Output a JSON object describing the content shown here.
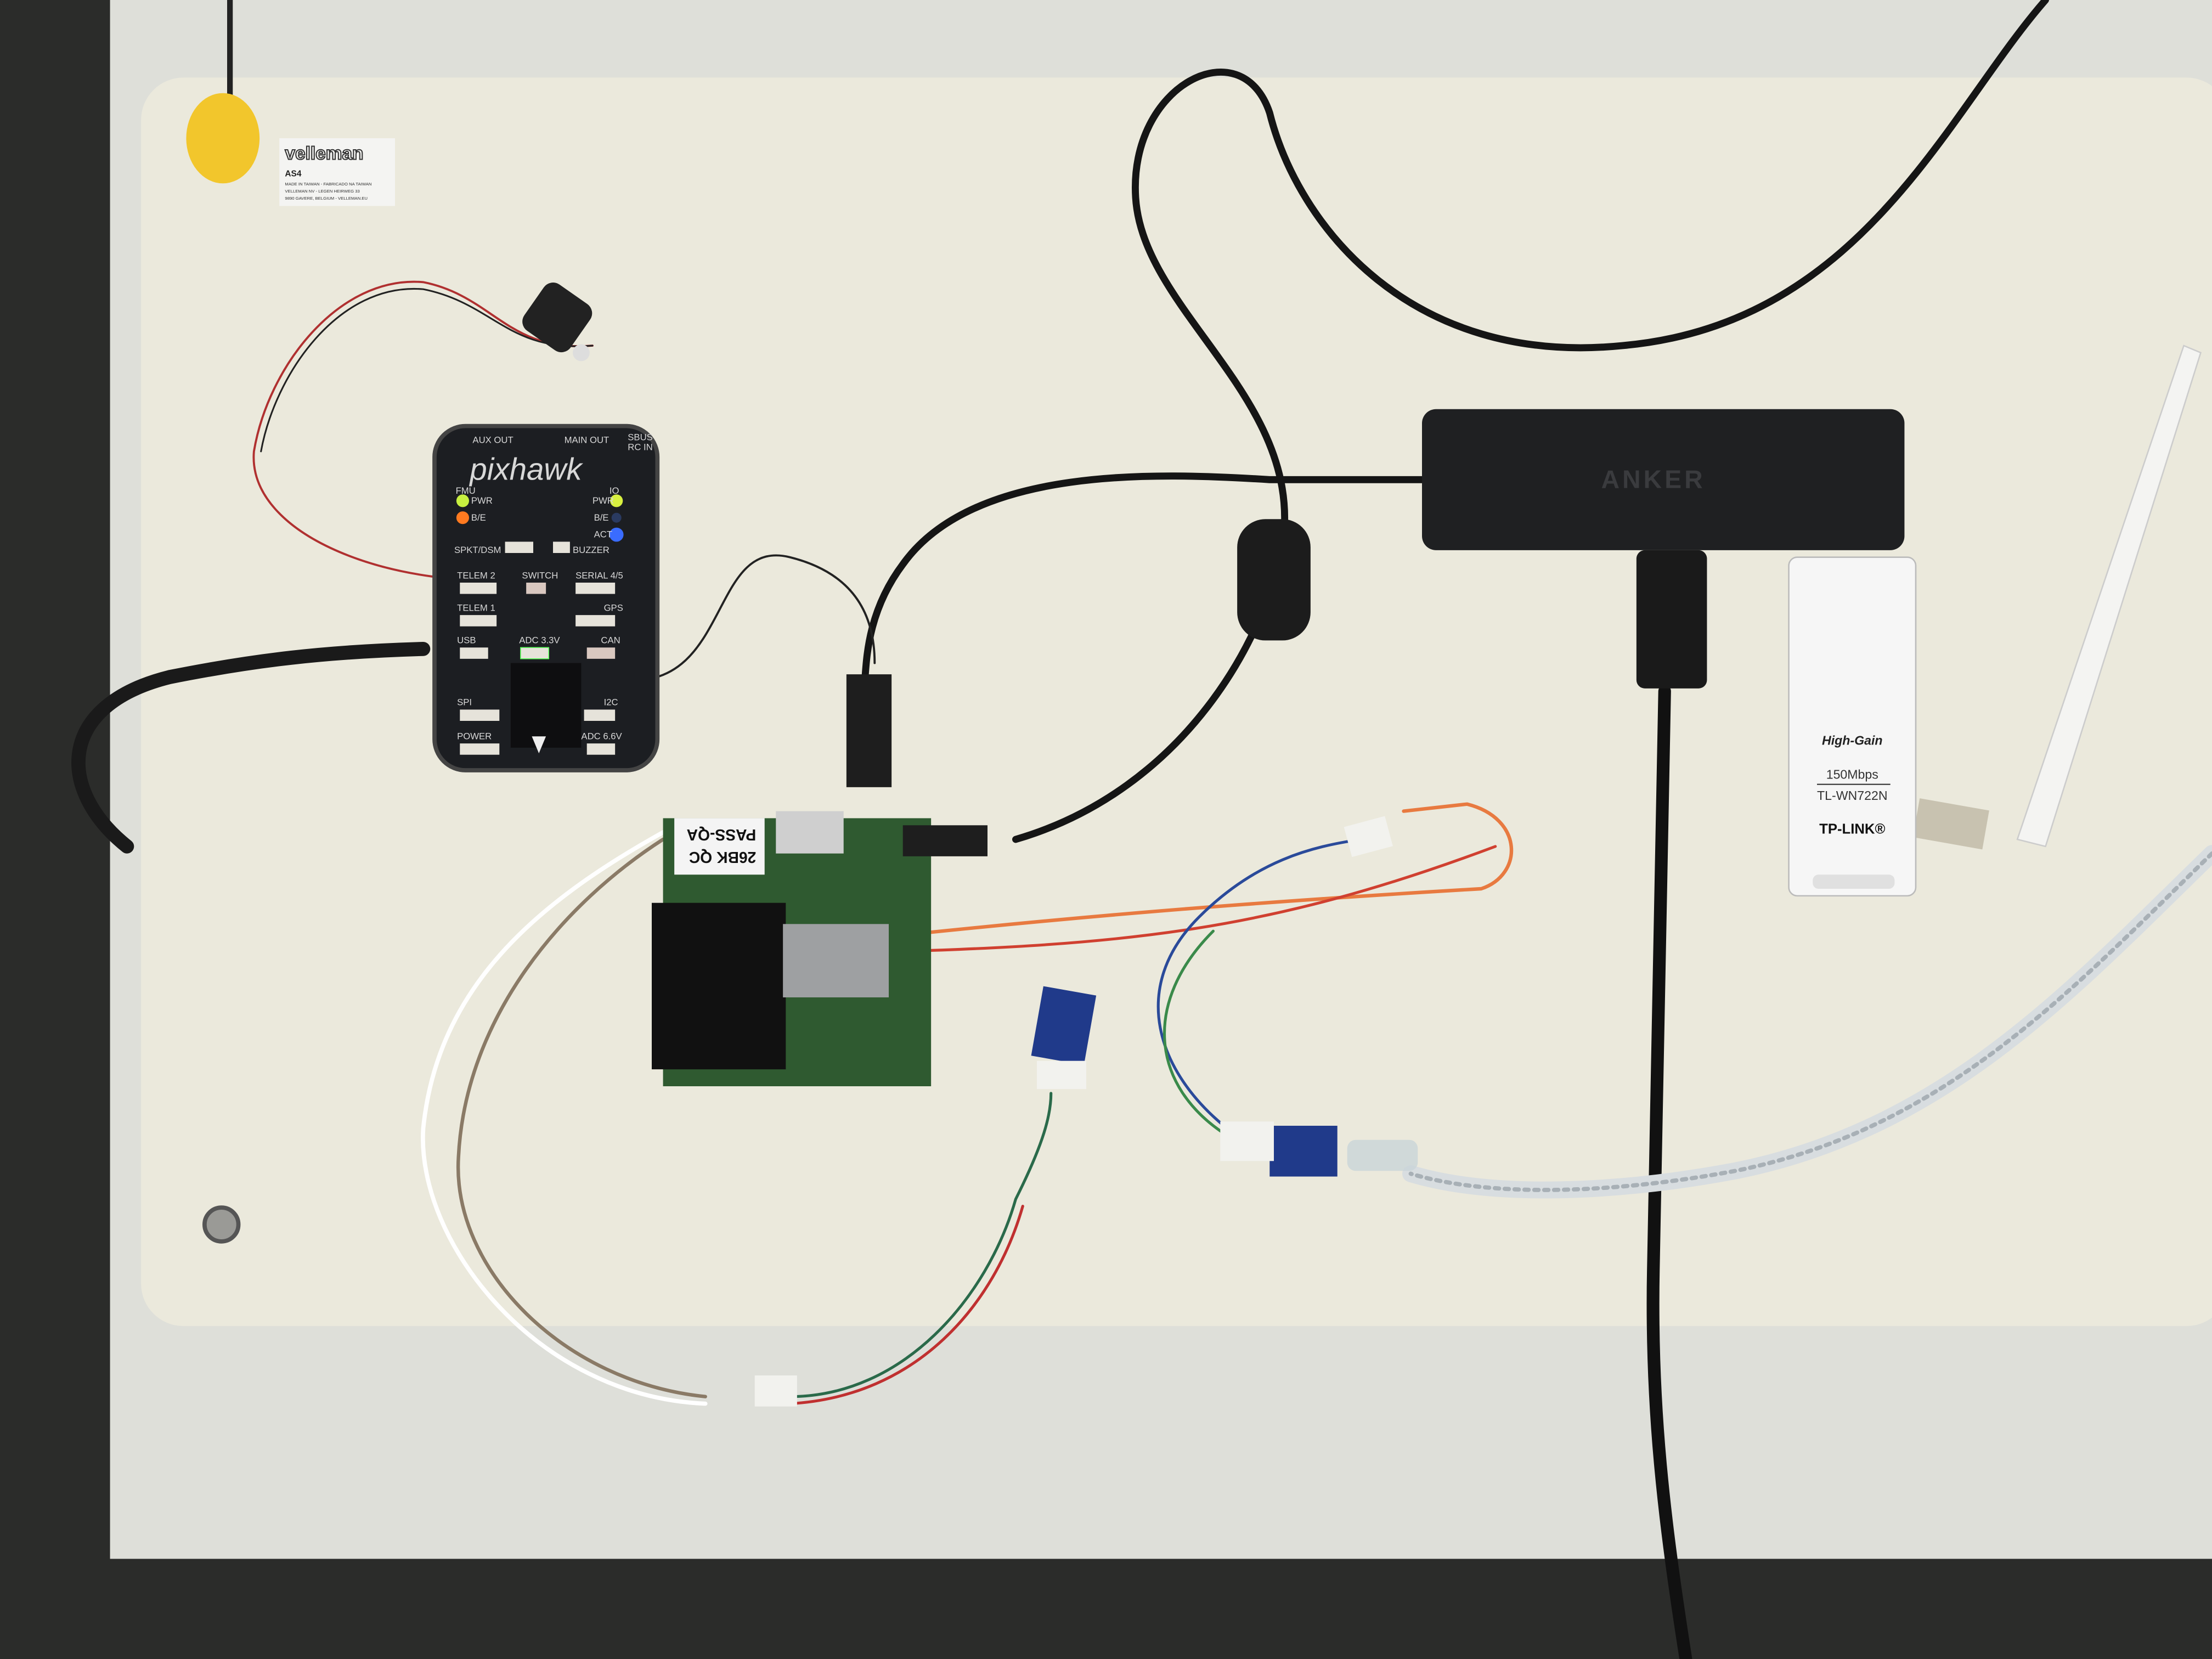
{
  "sticker": {
    "brand": "velleman",
    "model": "AS4",
    "line1": "MADE IN TAIWAN - FABRICADO NA TAIWAN",
    "line2": "VELLEMAN NV - LEGEN HEIRWEG 33",
    "line3": "9890 GAVERE, BELGIUM - VELLEMAN.EU"
  },
  "pixhawk": {
    "logo": "pixhawk",
    "aux_out": "AUX OUT",
    "main_out": "MAIN OUT",
    "sbus": "SBUS",
    "rc_in": "RC IN",
    "fmu": "FMU",
    "io": "IO",
    "pwr_left": "PWR",
    "be_left": "B/E",
    "pwr_right": "PWR",
    "be_right": "B/E",
    "act": "ACT",
    "ports": {
      "spkt": "SPKT/DSM",
      "buzzer": "BUZZER",
      "telem2": "TELEM 2",
      "switch": "SWITCH",
      "serial45": "SERIAL 4/5",
      "telem1": "TELEM 1",
      "gps": "GPS",
      "usb": "USB",
      "adc33": "ADC 3.3V",
      "can": "CAN",
      "spi": "SPI",
      "i2c": "I2C",
      "power": "POWER",
      "adc66": "ADC 6.6V"
    },
    "led_colors": {
      "fmu_pwr": "#c8f040",
      "fmu_be": "#ff7a20",
      "io_pwr": "#d8f040",
      "io_act": "#3a6cff"
    }
  },
  "board_label": {
    "line1": "26BK QC",
    "line2": "PASS-QA"
  },
  "usb_hub": {
    "brand": "ANKER"
  },
  "wifi_dongle": {
    "feature": "High-Gain",
    "speed": "150Mbps",
    "model": "TL-WN722N",
    "brand": "TP-LINK®"
  },
  "colors": {
    "mat": "#eceade",
    "desk": "#dcdcd6",
    "cable": "#1a1a1a"
  }
}
